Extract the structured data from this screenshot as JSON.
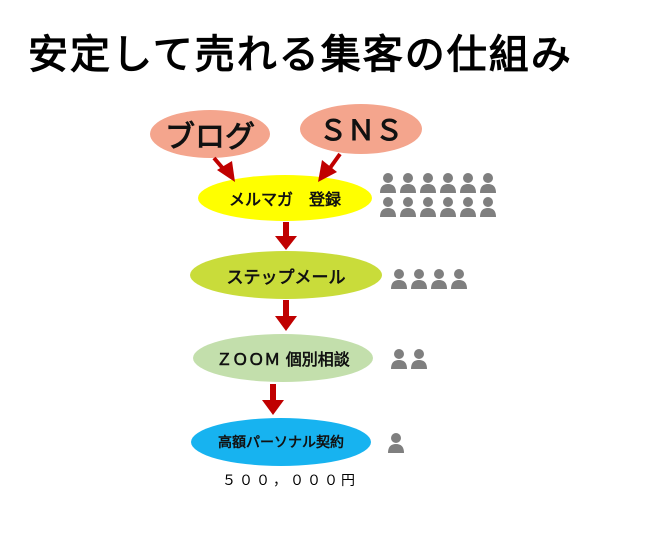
{
  "title": "安定して売れる集客の仕組み",
  "sources": [
    {
      "label": "ブログ",
      "color": "#f4a58d"
    },
    {
      "label": "ＳＮＳ",
      "color": "#f4a58d"
    }
  ],
  "stages": [
    {
      "label": "メルマガ　登録",
      "color": "#ffff00",
      "people": 12
    },
    {
      "label": "ステップメール",
      "color": "#c9dc3a",
      "people": 4
    },
    {
      "label": "ＺＯＯＭ 個別相談",
      "color": "#c3dfac",
      "people": 2
    },
    {
      "label": "高額パーソナル契約",
      "color": "#17b3f0",
      "people": 1
    }
  ],
  "price": "５００，０００円",
  "colors": {
    "arrow": "#c00000",
    "person": "#7f7f7f"
  },
  "icons": {
    "person": "person-icon",
    "arrow": "arrow-down-icon"
  }
}
